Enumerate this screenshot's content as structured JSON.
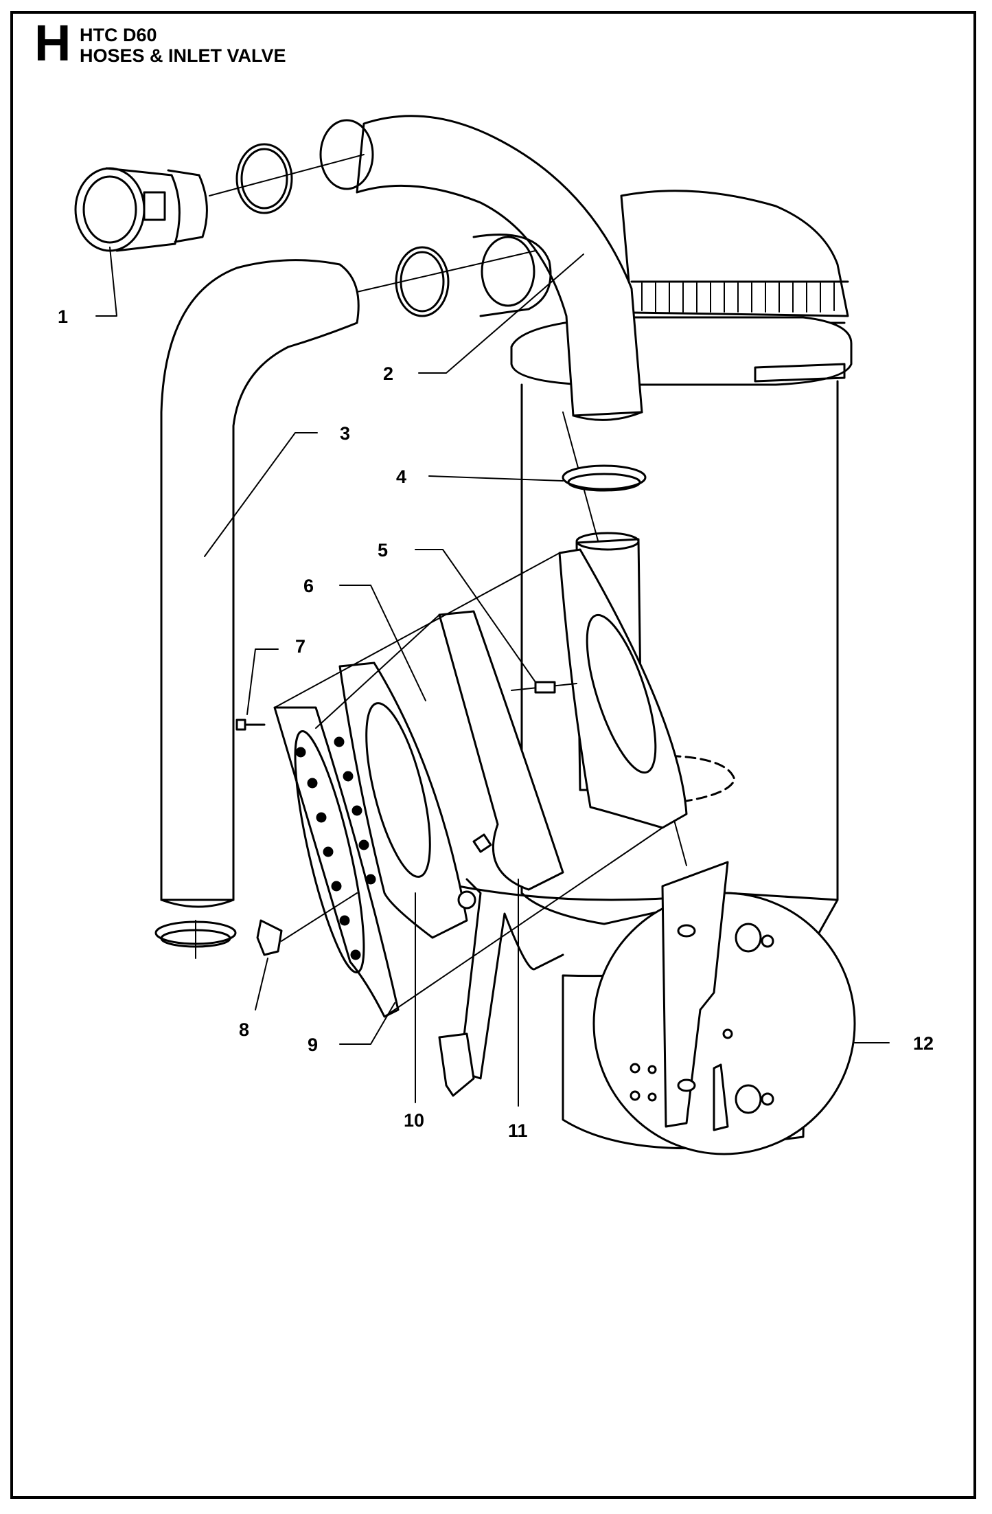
{
  "header": {
    "section_letter": "H",
    "model": "HTC D60",
    "section_title": "HOSES & INLET VALVE"
  },
  "callouts": [
    "1",
    "2",
    "3",
    "4",
    "5",
    "6",
    "7",
    "8",
    "9",
    "10",
    "11",
    "12"
  ],
  "colors": {
    "line": "#000000",
    "background": "#ffffff",
    "shading": "#dcdcdc"
  }
}
